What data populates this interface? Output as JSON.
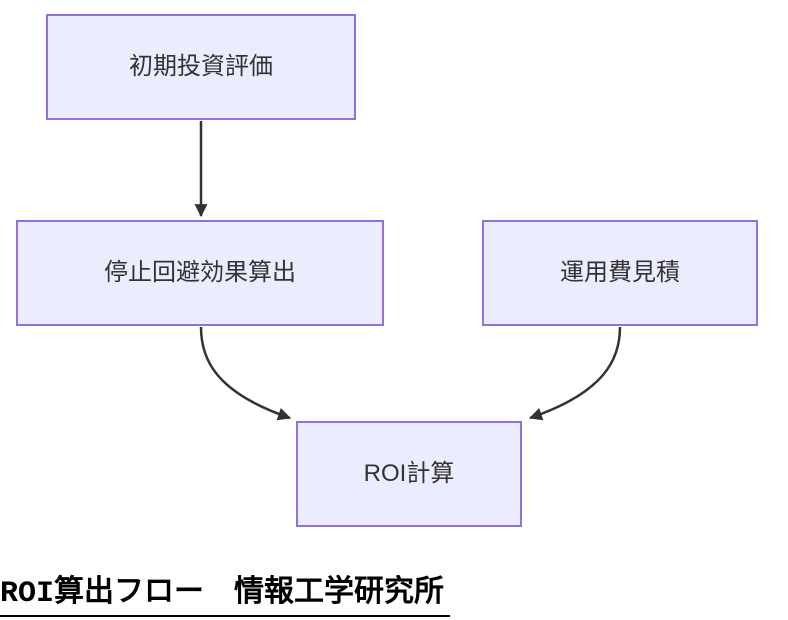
{
  "diagram": {
    "type": "flowchart",
    "direction": "top-down",
    "nodes": [
      {
        "id": "A",
        "label": "初期投資評価"
      },
      {
        "id": "B",
        "label": "停止回避効果算出"
      },
      {
        "id": "C",
        "label": "運用費見積"
      },
      {
        "id": "D",
        "label": "ROI計算"
      }
    ],
    "edges": [
      {
        "from": "初期投資評価",
        "to": "停止回避効果算出",
        "style": "straight-arrow"
      },
      {
        "from": "停止回避効果算出",
        "to": "ROI計算",
        "style": "curved-arrow"
      },
      {
        "from": "運用費見積",
        "to": "ROI計算",
        "style": "curved-arrow"
      }
    ]
  },
  "caption": {
    "text": "ROI算出フロー　情報工学研究所",
    "underlined": true
  },
  "colors": {
    "node_fill": "#ECECFF",
    "node_border": "#9370DB",
    "edge_stroke": "#333333",
    "node_text": "#333333",
    "caption_text": "#000000",
    "background": "#FFFFFF"
  }
}
